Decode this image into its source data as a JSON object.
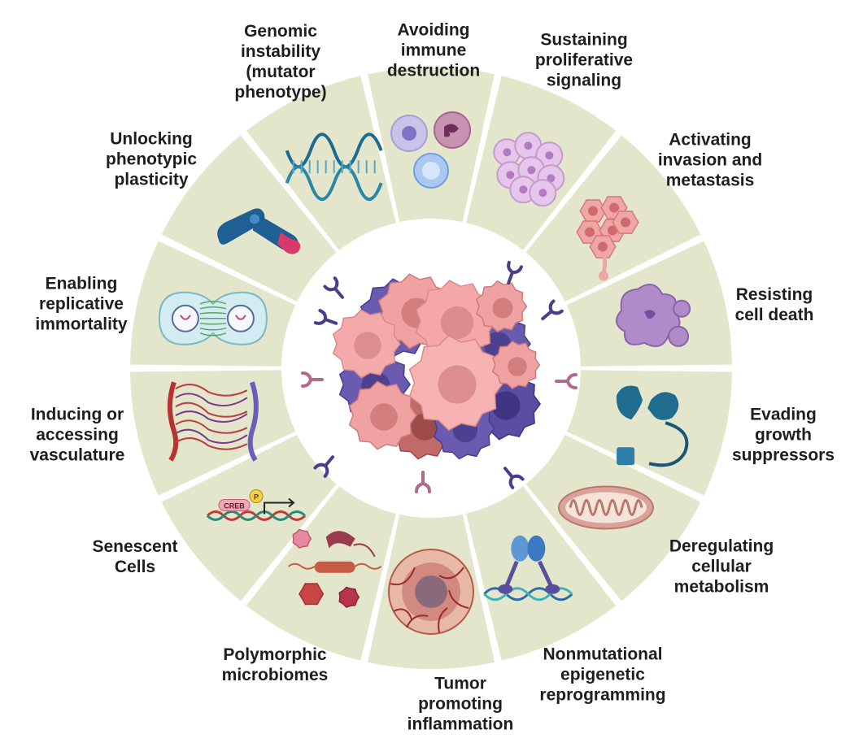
{
  "diagram": {
    "segment_color": "#e3e6cb",
    "center_color": "#ffffff",
    "hallmarks": [
      {
        "label": "Avoiding\nimmune\ndestruction",
        "icon": "immune-cells-icon"
      },
      {
        "label": "Sustaining\nproliferative\nsignaling",
        "icon": "proliferating-cells-icon"
      },
      {
        "label": "Activating\ninvasion and\nmetastasis",
        "icon": "metastasis-cluster-icon"
      },
      {
        "label": "Resisting\ncell death",
        "icon": "apoptotic-cell-icon"
      },
      {
        "label": "Evading\ngrowth\nsuppressors",
        "icon": "growth-suppressor-icon"
      },
      {
        "label": "Deregulating\ncellular\nmetabolism",
        "icon": "mitochondrion-icon"
      },
      {
        "label": "Nonmutational\nepigenetic\nreprogramming",
        "icon": "epigenetic-dna-icon"
      },
      {
        "label": "Tumor\npromoting\ninflammation",
        "icon": "inflamed-tumor-icon"
      },
      {
        "label": "Polymorphic\nmicrobiomes",
        "icon": "microbes-icon"
      },
      {
        "label": "Senescent\nCells",
        "icon": "creb-gene-icon",
        "badge": "CREB",
        "badge2": "P"
      },
      {
        "label": "Inducing or\naccessing\nvasculature",
        "icon": "blood-vessels-icon"
      },
      {
        "label": "Enabling\nreplicative\nimmortality",
        "icon": "dividing-cell-icon"
      },
      {
        "label": "Unlocking\nphenotypic\nplasticity",
        "icon": "chromosome-icon"
      },
      {
        "label": "Genomic\ninstability\n(mutator\nphenotype)",
        "icon": "dna-helix-icon"
      }
    ],
    "center_icon": "tumor-mass-icon"
  }
}
